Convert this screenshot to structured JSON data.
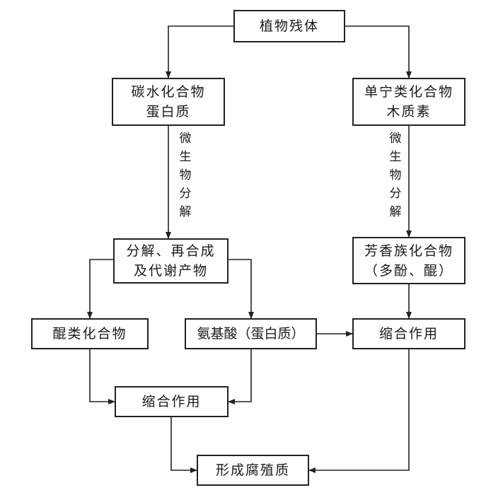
{
  "nodes": {
    "plant_residue": {
      "line1": "植物残体"
    },
    "carb_protein": {
      "line1": "碳水化合物",
      "line2": "蛋白质"
    },
    "tannin_lignin": {
      "line1": "单宁类化合物",
      "line2": "木质素"
    },
    "decomp_resynth": {
      "line1": "分解、再合成",
      "line2": "及代谢产物"
    },
    "aromatic": {
      "line1": "芳香族化合物",
      "line2": "（多酚、醌）"
    },
    "quinone": {
      "line1": "醌类化合物"
    },
    "amino_acid": {
      "line1": "氨基酸（蛋白质）"
    },
    "condensation_right": {
      "line1": "缩合作用"
    },
    "condensation_left": {
      "line1": "缩合作用"
    },
    "humus": {
      "line1": "形成腐殖质"
    }
  },
  "edge_labels": {
    "left": [
      "微",
      "生",
      "物",
      "分",
      "解"
    ],
    "right": [
      "微",
      "生",
      "物",
      "分",
      "解"
    ]
  }
}
